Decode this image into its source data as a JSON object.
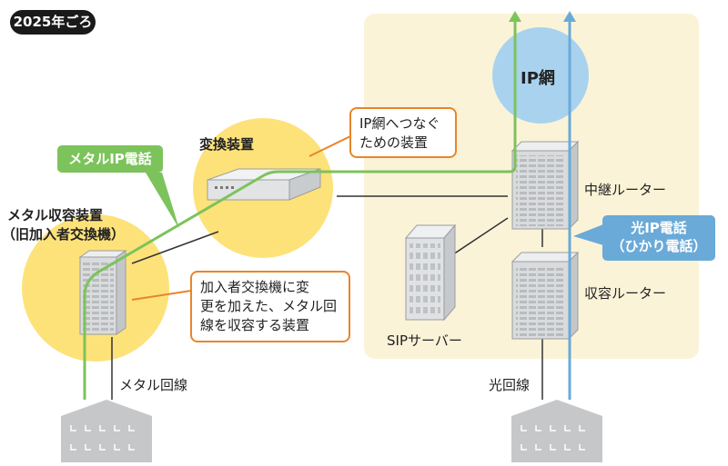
{
  "header": {
    "year_badge": "2025年ごろ"
  },
  "nodes": {
    "ip_network": "IP網",
    "transform_device": "変換装置",
    "metal_container": "メタル収容装置",
    "metal_container_sub": "（旧加入者交換機）",
    "relay_router": "中継ルーター",
    "container_router": "収容ルーター",
    "sip_server": "SIPサーバー",
    "metal_line": "メタル回線",
    "fiber_line": "光回線"
  },
  "callouts": {
    "transform_note": "IP網へつなぐ\nための装置",
    "exchange_note": "加入者交換機に変\n更を加えた、メタル回\n線を収容する装置"
  },
  "tags": {
    "metal_ip_phone": "メタルIP電話",
    "hikari_ip_phone": "光IP電話\n（ひかり電話）"
  },
  "colors": {
    "green_line": "#7cc35b",
    "blue_line": "#6aaad8",
    "yellow_circle": "#fde27a",
    "network_panel": "#fbf3d8",
    "ip_circle": "#a9d2ee",
    "callout_border": "#e8852b"
  }
}
